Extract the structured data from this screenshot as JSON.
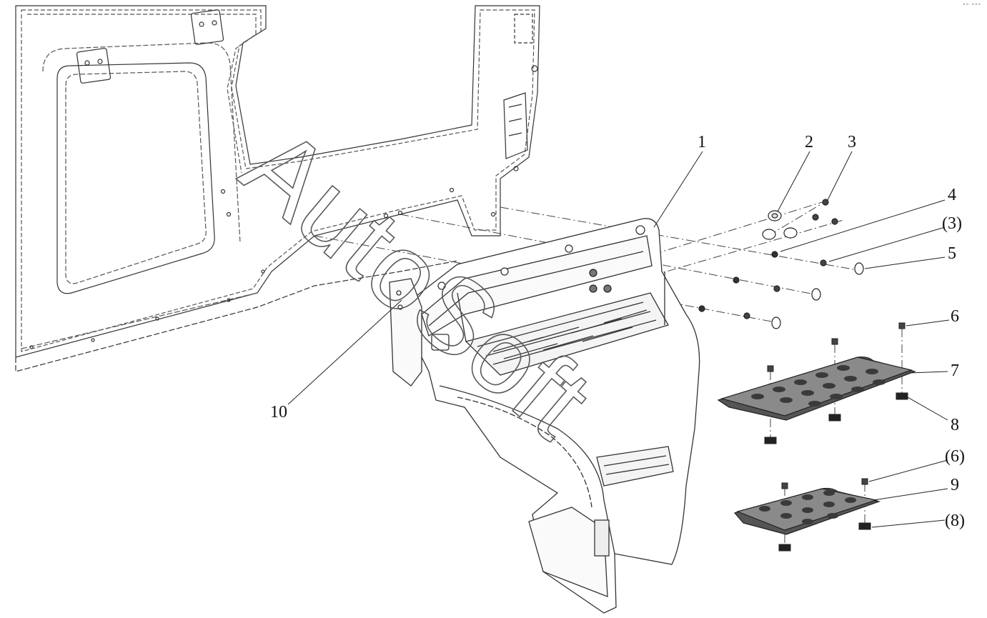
{
  "diagram": {
    "callouts": [
      {
        "id": "c1",
        "label": "1"
      },
      {
        "id": "c2",
        "label": "2"
      },
      {
        "id": "c3",
        "label": "3"
      },
      {
        "id": "c4",
        "label": "4"
      },
      {
        "id": "c3b",
        "label": "(3)"
      },
      {
        "id": "c5",
        "label": "5"
      },
      {
        "id": "c6",
        "label": "6"
      },
      {
        "id": "c7",
        "label": "7"
      },
      {
        "id": "c8",
        "label": "8"
      },
      {
        "id": "c6b",
        "label": "(6)"
      },
      {
        "id": "c9",
        "label": "9"
      },
      {
        "id": "c8b",
        "label": "(8)"
      },
      {
        "id": "c10",
        "label": "10"
      }
    ],
    "watermark_text": "AutoSoft",
    "corner_mark": "°° °°°"
  }
}
